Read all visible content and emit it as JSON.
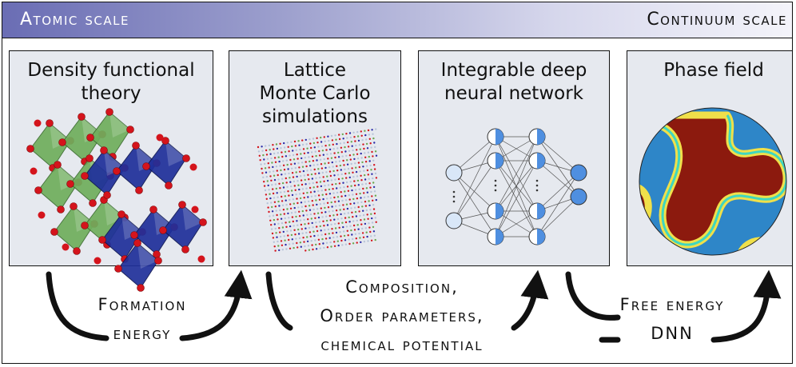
{
  "scale_bar": {
    "left_label": "Atomic scale",
    "right_label": "Continuum scale",
    "gradient_colors": [
      "#6a6db4",
      "#f4f4fa"
    ]
  },
  "panels": [
    {
      "title_lines": [
        "Density functional",
        "theory"
      ],
      "image": "crystal-structure-image"
    },
    {
      "title_lines": [
        "Lattice",
        "Monte Carlo",
        "simulations"
      ],
      "image": "lattice-image"
    },
    {
      "title_lines": [
        "Integrable deep",
        "neural network"
      ],
      "image": "neural-network-diagram"
    },
    {
      "title_lines": [
        "Phase field"
      ],
      "image": "phase-field-microstructure"
    }
  ],
  "transitions": [
    {
      "lines": [
        "Formation",
        "energy"
      ]
    },
    {
      "lines": [
        "Composition,",
        "Order parameters,",
        "chemical potential"
      ]
    },
    {
      "lines": [
        "Free energy",
        "DNN"
      ]
    }
  ],
  "colors": {
    "panel_bg": "#e6e9ef",
    "octahedron_green": "#6fae5c",
    "octahedron_blue": "#1f2f9a",
    "oxygen_red": "#d4141c",
    "node_blue": "#4f8fe0",
    "phase_red": "#8c1a0e",
    "phase_blue": "#2e86c8"
  }
}
